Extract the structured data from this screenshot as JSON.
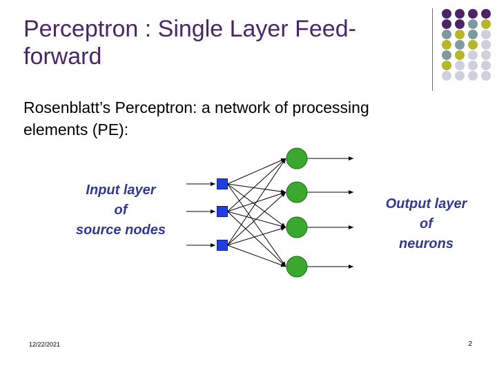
{
  "slide": {
    "title_line1": "Perceptron : Single Layer Feed-",
    "title_line2": "forward",
    "body_line1": "Rosenblatt’s Perceptron: a network of processing",
    "body_line2": "elements (PE):",
    "input_label": [
      "Input layer",
      "of",
      "source nodes"
    ],
    "output_label": [
      "Output layer",
      "of",
      "neurons"
    ],
    "footer_date": "12/22/2021",
    "page_number": "2"
  },
  "colors": {
    "title": "#4b2565",
    "label": "#2f3a8f",
    "input_node": "#1f3fe0",
    "output_node": "#3aa82f",
    "dot_purple": "#4b2565",
    "dot_slate": "#7f9a9e",
    "dot_olive": "#b7b52a",
    "dot_light": "#cfd0dd"
  },
  "network": {
    "input_nodes": 3,
    "output_nodes": 4
  }
}
